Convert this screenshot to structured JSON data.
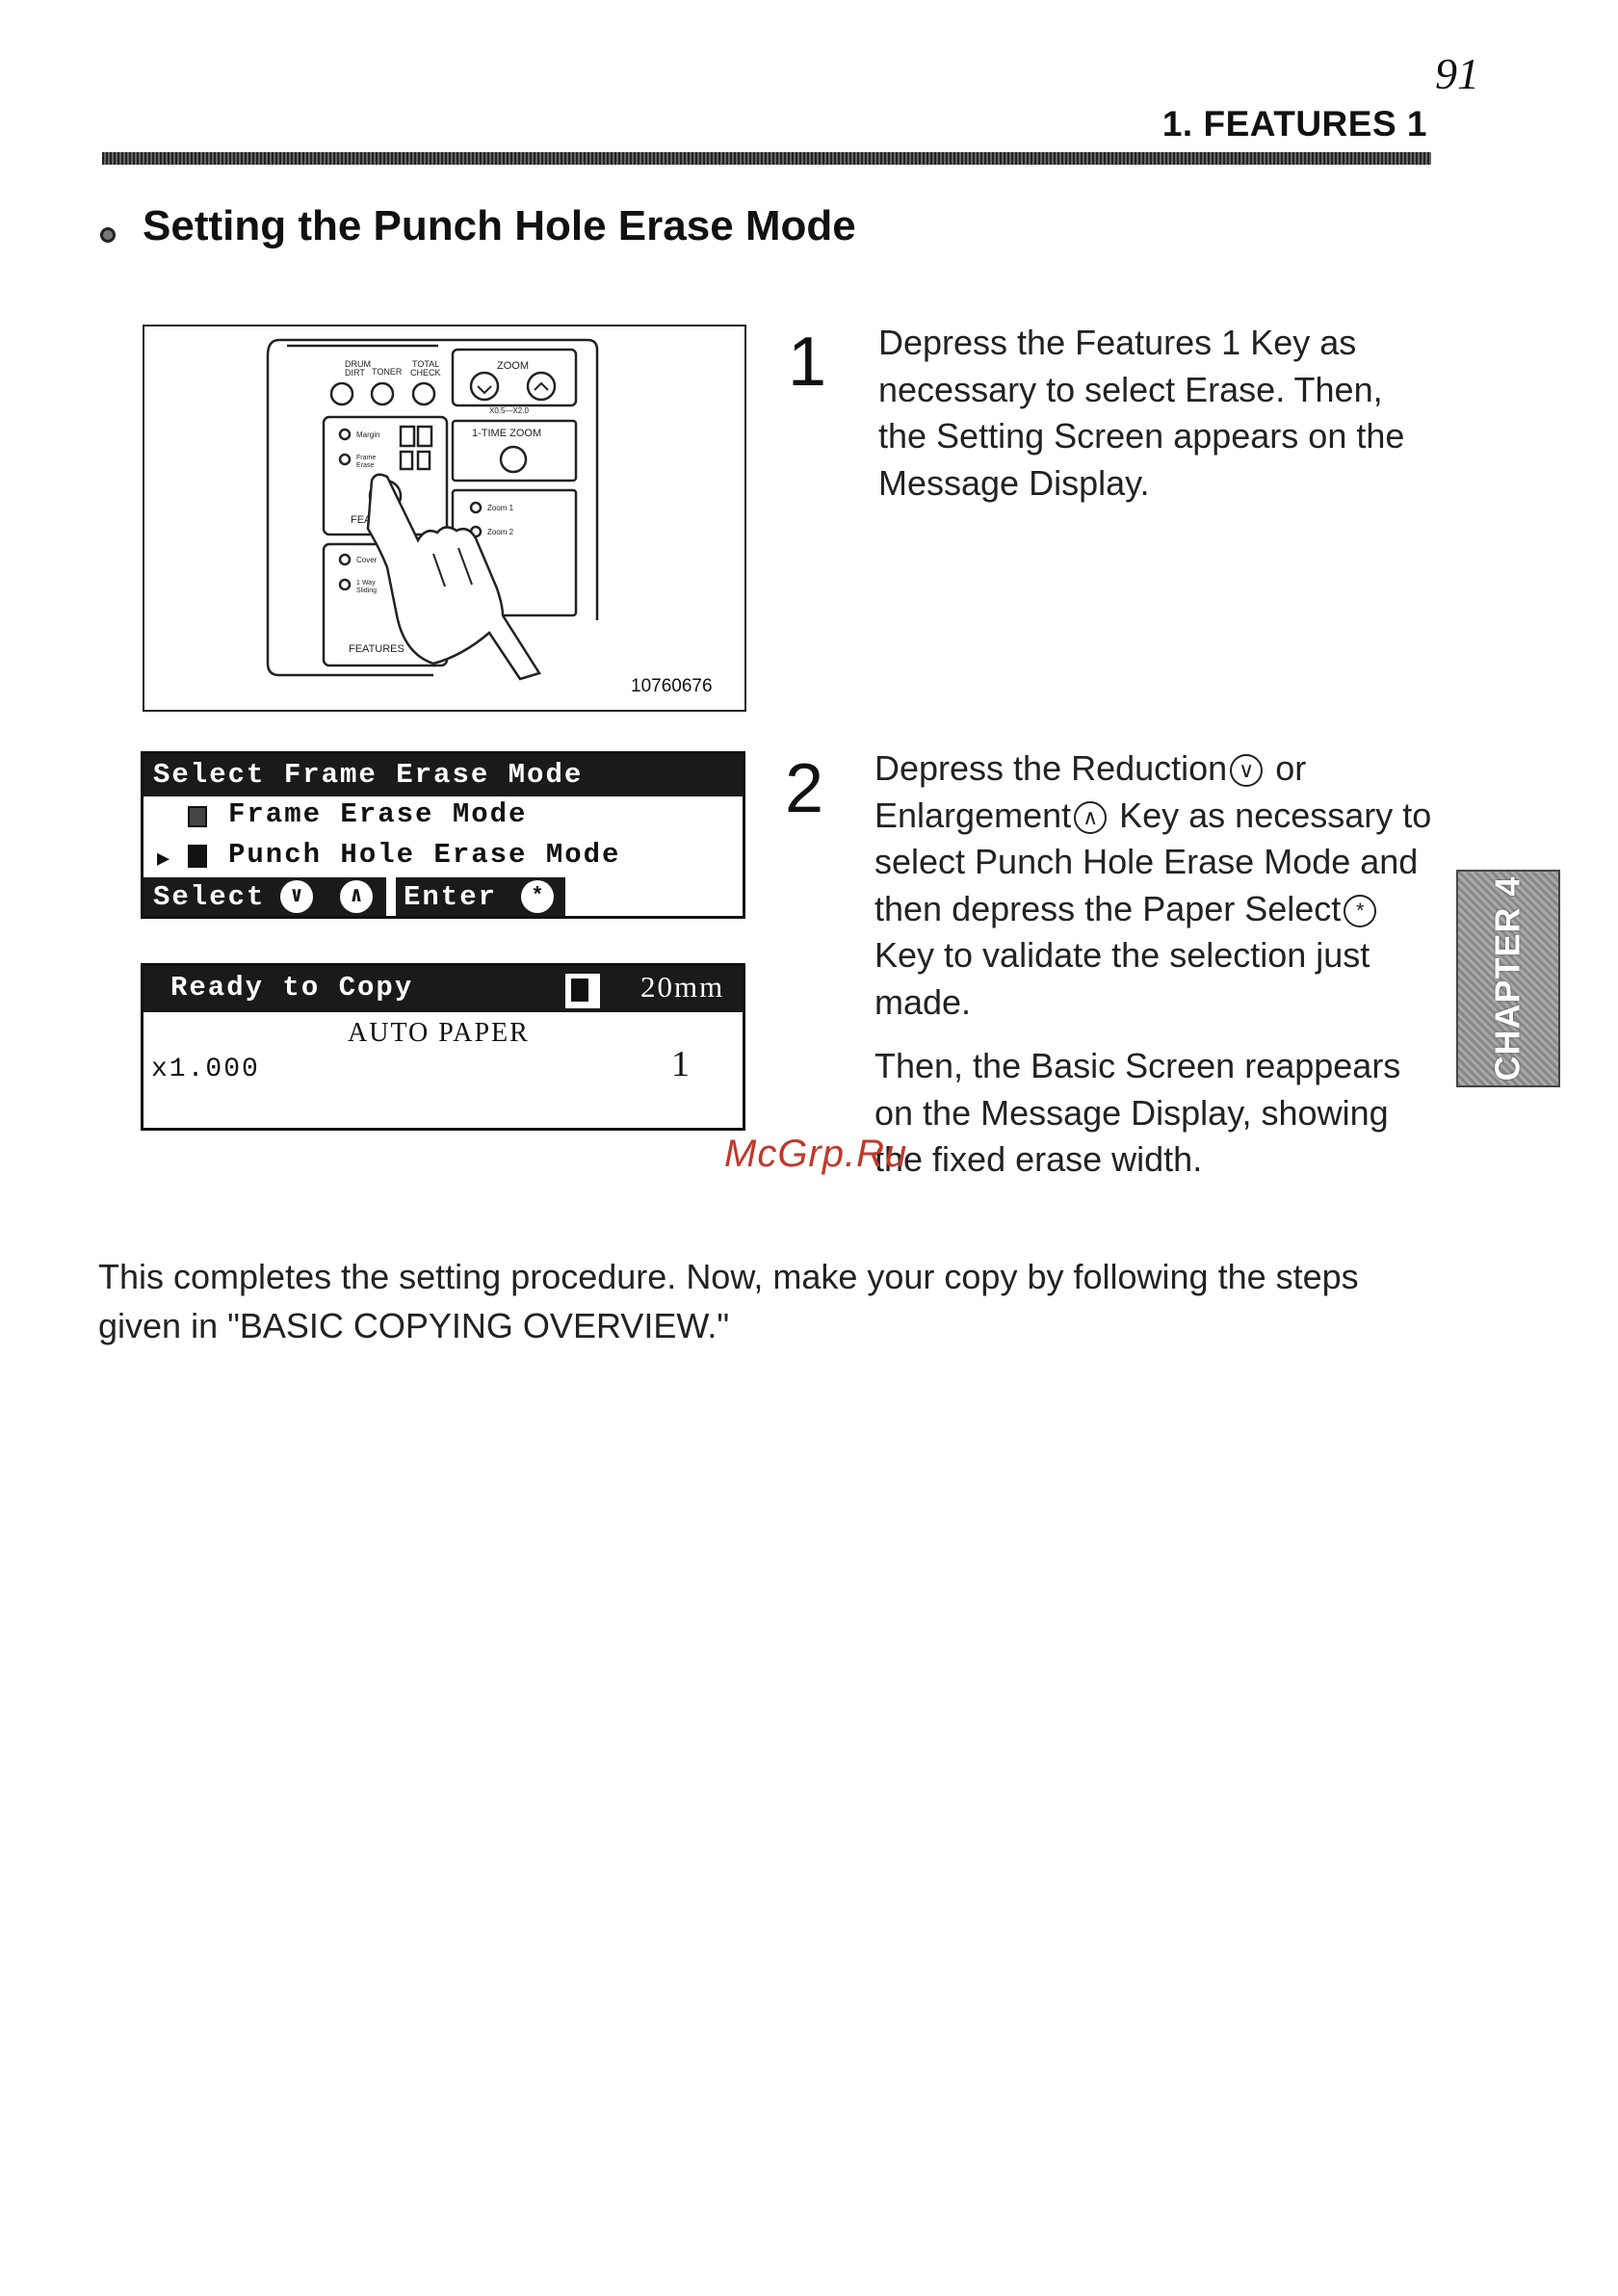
{
  "header": {
    "page_number": "91",
    "section_title": "1. FEATURES 1"
  },
  "section": {
    "title": "Setting the Punch Hole Erase Mode"
  },
  "panel_figure": {
    "labels": {
      "drum_dirt": "DRUM DIRT",
      "toner": "TONER",
      "total_check": "TOTAL CHECK",
      "zoom": "ZOOM",
      "zoom_range": "X0.5—X2.0",
      "one_time_zoom": "1-TIME ZOOM",
      "margin": "Margin",
      "frame_erase": "Frame Erase",
      "zoom1": "Zoom 1",
      "zoom2": "Zoom 2",
      "cover": "Cover",
      "one_way_sliding": "1 Way Sliding",
      "feat": "FEAT",
      "features": "FEATURES"
    },
    "code": "10760676"
  },
  "steps": [
    {
      "number": "1",
      "text": "Depress the Features 1 Key as necessary to select Erase. Then, the Setting Screen appears on the Message Display."
    },
    {
      "number": "2",
      "text_a": "Depress the Reduction",
      "text_b": " or",
      "text_c": "Enlargement",
      "text_d": " Key as necessary to select Punch Hole Erase Mode and then depress the Paper Select",
      "text_e": " Key to validate the selection just made.",
      "followup": "Then, the Basic Screen reappears on the Message Display, showing the fixed erase width."
    }
  ],
  "lcd_select": {
    "title": "Select Frame Erase Mode",
    "option1": "Frame Erase Mode",
    "option2": "Punch Hole Erase Mode",
    "select_label": "Select",
    "enter_label": "Enter",
    "down_glyph": "∨",
    "up_glyph": "∧",
    "enter_glyph": "*"
  },
  "lcd_basic": {
    "status": "Ready to Copy",
    "width": "20mm",
    "paper": "AUTO PAPER",
    "zoom": "x1.000",
    "count": "1"
  },
  "key_glyphs": {
    "reduction": "∨",
    "enlargement": "∧",
    "paper_select": "*"
  },
  "side_tab": {
    "label": "CHAPTER 4"
  },
  "watermark": {
    "text": "McGrp.Ru"
  },
  "closing": {
    "text": "This completes the setting procedure. Now, make your copy by following the steps given in \"BASIC COPYING OVERVIEW.\""
  }
}
